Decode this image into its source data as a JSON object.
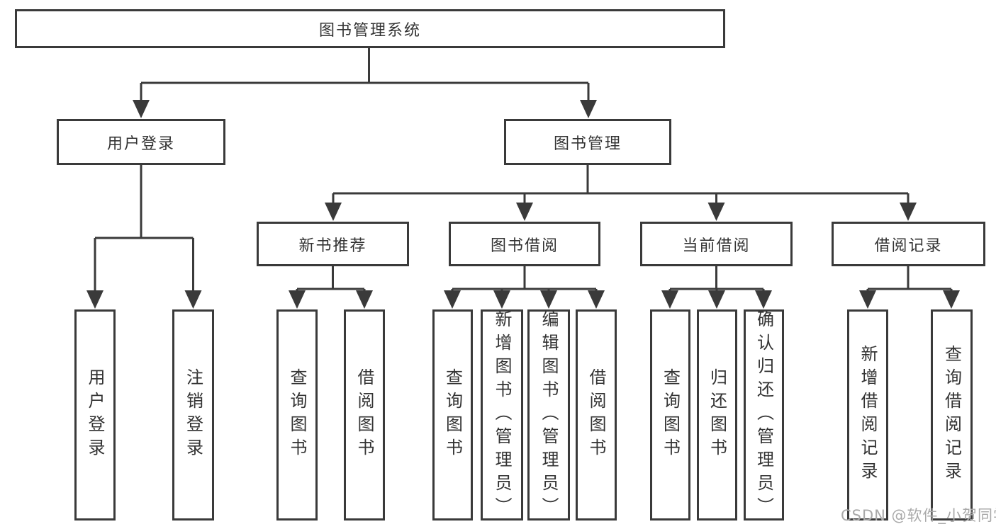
{
  "colors": {
    "line": "#3a3a3a",
    "text": "#333333",
    "watermark": "#a9a9a9",
    "background": "#ffffff"
  },
  "watermark": {
    "text": "CSDN @软件_小贺同学"
  },
  "tree": {
    "label": "图书管理系统",
    "children": [
      {
        "label": "用户登录",
        "children": [
          {
            "label": "用户登录"
          },
          {
            "label": "注销登录"
          }
        ]
      },
      {
        "label": "图书管理",
        "children": [
          {
            "label": "新书推荐",
            "children": [
              {
                "label": "查询图书"
              },
              {
                "label": "借阅图书"
              }
            ]
          },
          {
            "label": "图书借阅",
            "children": [
              {
                "label": "查询图书"
              },
              {
                "label": "新增图书（管理员）"
              },
              {
                "label": "编辑图书（管理员）"
              },
              {
                "label": "借阅图书"
              }
            ]
          },
          {
            "label": "当前借阅",
            "children": [
              {
                "label": "查询图书"
              },
              {
                "label": "归还图书"
              },
              {
                "label": "确认归还（管理员）"
              }
            ]
          },
          {
            "label": "借阅记录",
            "children": [
              {
                "label": "新增借阅记录"
              },
              {
                "label": "查询借阅记录"
              }
            ]
          }
        ]
      }
    ]
  }
}
